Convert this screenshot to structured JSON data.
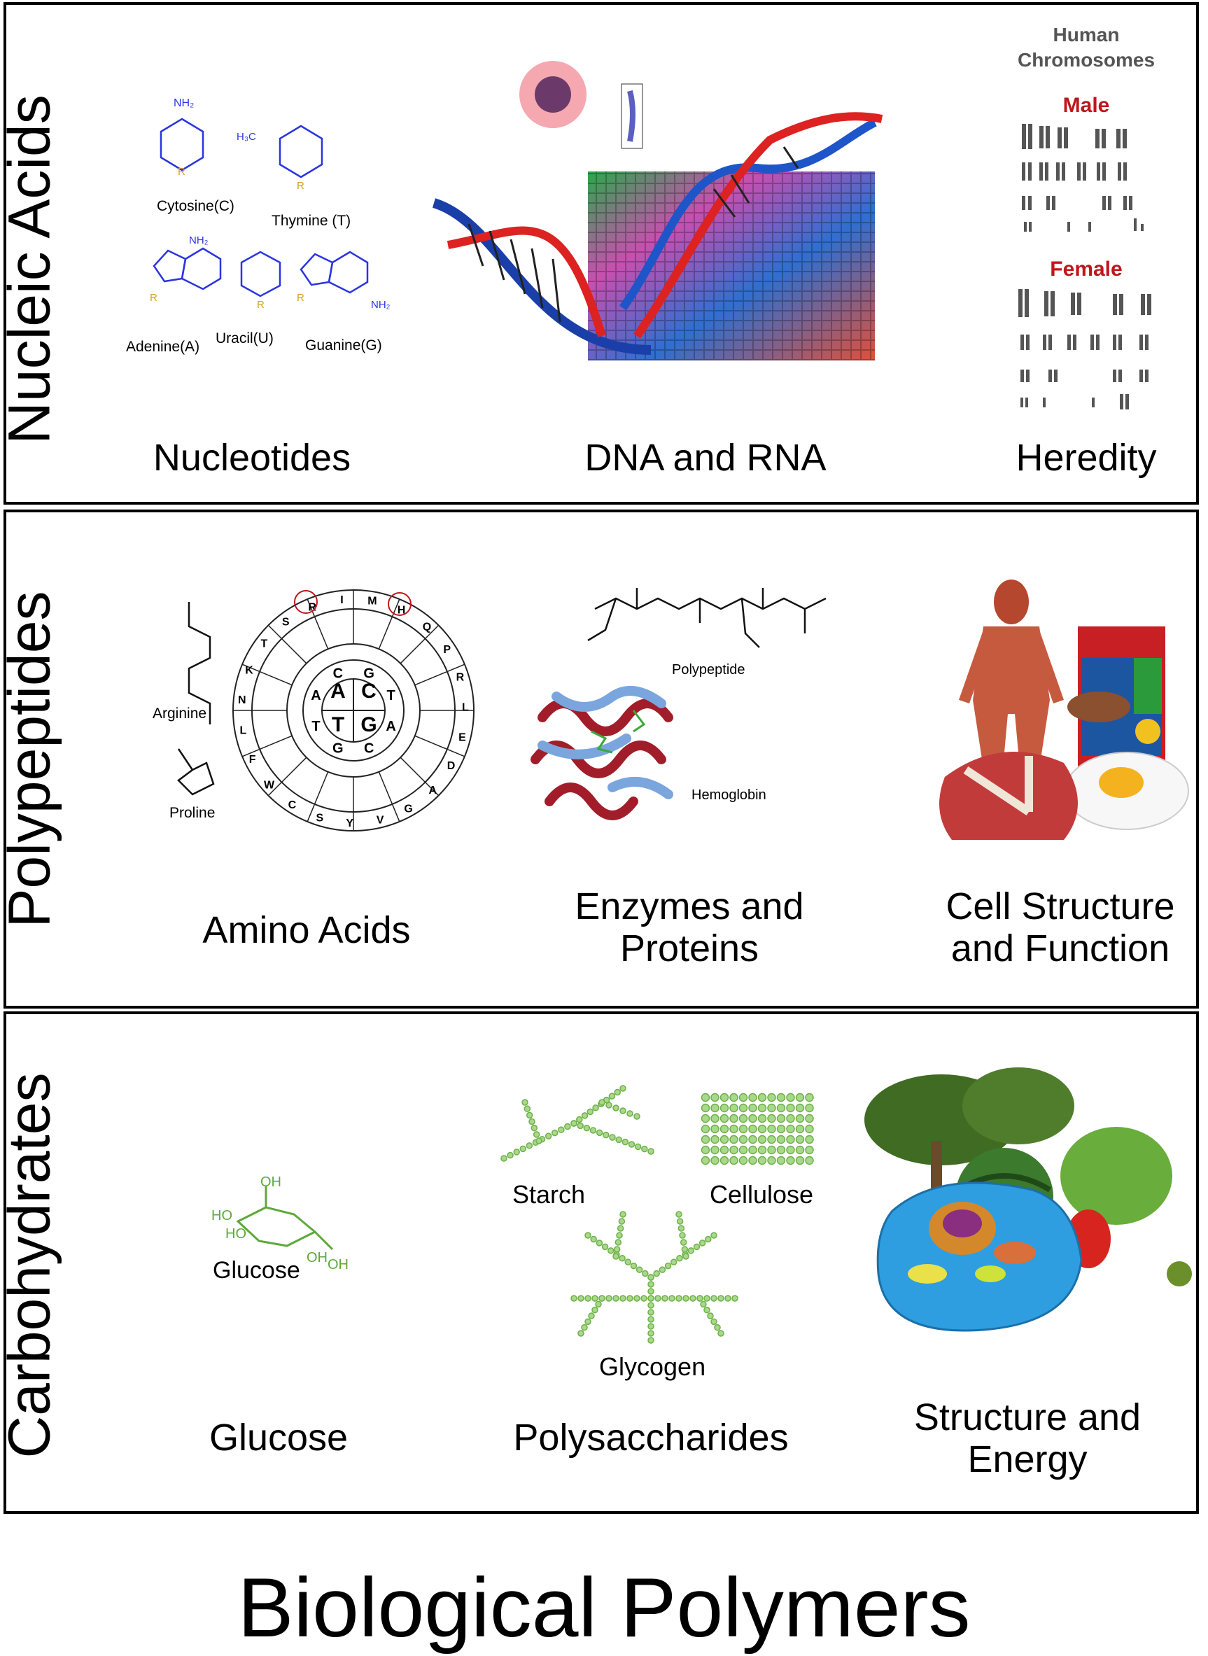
{
  "title": "Biological Polymers",
  "panels": {
    "nucleic": {
      "side_title": "Nucleic Acids",
      "captions": {
        "left": "Nucleotides",
        "middle": "DNA and RNA",
        "right": "Heredity"
      },
      "bases": {
        "cytosine": "Cytosine(C)",
        "thymine": "Thymine (T)",
        "adenine": "Adenine(A)",
        "uracil": "Uracil(U)",
        "guanine": "Guanine(G)"
      },
      "chromosomes": {
        "heading_line1": "Human",
        "heading_line2": "Chromosomes",
        "male": "Male",
        "female": "Female"
      }
    },
    "polypeptides": {
      "side_title": "Polypeptides",
      "captions": {
        "left": "Amino Acids",
        "middle_line1": "Enzymes and",
        "middle_line2": "Proteins",
        "right_line1": "Cell Structure",
        "right_line2": "and Function"
      },
      "labels": {
        "arginine": "Arginine",
        "proline": "Proline",
        "polypeptide": "Polypeptide",
        "hemoglobin": "Hemoglobin"
      },
      "codon_wheel": {
        "center": [
          "A",
          "C",
          "T",
          "G"
        ],
        "ring2": [
          "G",
          "T",
          "A",
          "C",
          "G",
          "T",
          "A",
          "C"
        ],
        "outer_letters": [
          "R",
          "I",
          "M",
          "H",
          "Q",
          "P",
          "R",
          "L",
          "E",
          "D",
          "A",
          "G",
          "V",
          "Y",
          "S",
          "C",
          "W",
          "F",
          "L",
          "N",
          "K",
          "T",
          "S"
        ]
      }
    },
    "carbohydrates": {
      "side_title": "Carbohydrates",
      "captions": {
        "left": "Glucose",
        "middle": "Polysaccharides",
        "right_line1": "Structure and",
        "right_line2": "Energy"
      },
      "labels": {
        "glucose": "Glucose",
        "starch": "Starch",
        "cellulose": "Cellulose",
        "glycogen": "Glycogen"
      }
    }
  },
  "colors": {
    "border": "#000000",
    "structure_blue": "#2a35e0",
    "glucose_green": "#5fa83a",
    "chromosome_red": "#c0161b",
    "chromosome_gray": "#555555"
  }
}
